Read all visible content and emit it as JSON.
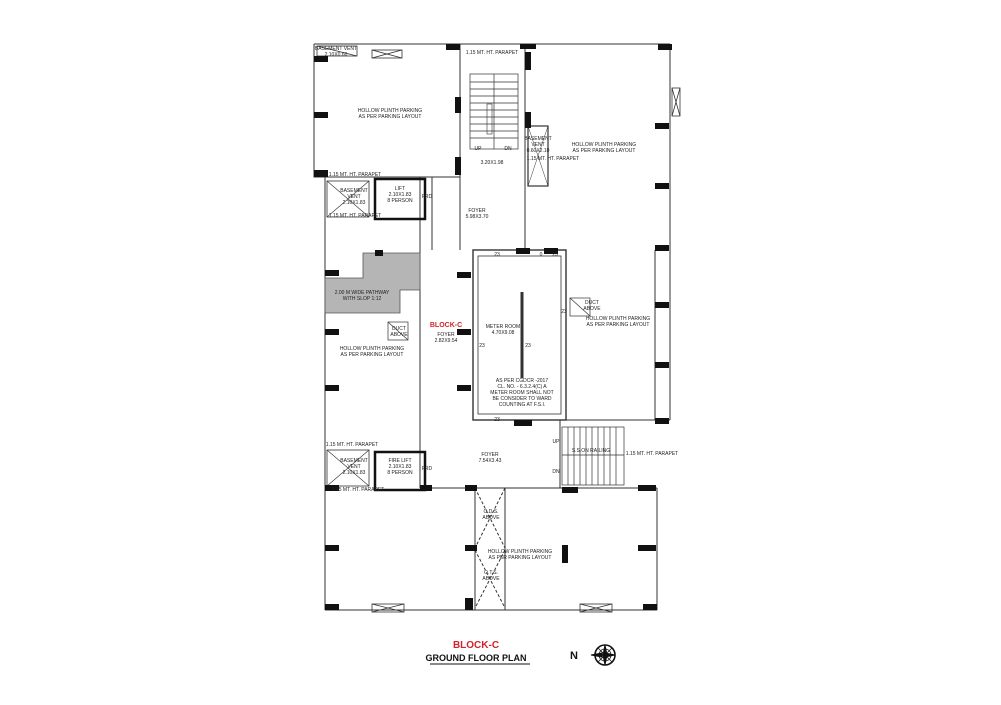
{
  "colors": {
    "wall": "#111111",
    "line": "#333333",
    "pathway_fill": "#b5b5b5",
    "block_label": "#d2232a"
  },
  "labels": {
    "basement_vent_top": "BASEMENT VENT\n2.10X0.60",
    "parapet_top_stair": "1.15 MT. HT. PARAPET",
    "parking_nw": "HOLLOW PLINTH PARKING\nAS PER PARKING LAYOUT",
    "parking_ne": "HOLLOW PLINTH PARKING\nAS PER PARKING LAYOUT",
    "parking_e": "HOLLOW PLINTH PARKING\nAS PER PARKING LAYOUT",
    "parking_w": "HOLLOW PLINTH PARKING\nAS PER PARKING LAYOUT",
    "parking_s": "HOLLOW PLINTH PARKING\nAS PER PARKING LAYOUT",
    "stair_up": "UP",
    "stair_dn": "DN",
    "stair_size": "3.20X1.98",
    "basement_vent_ne": "BASEMENT\nVENT\n0.60X2.10",
    "parapet_ne_side": "1.15 MT. HT. PARAPET",
    "parapet_mid_w": "1.15 MT. HT. PARAPET",
    "parapet_mid_w2": "1.15 MT. HT. PARAPET",
    "basement_vent_w1": "BASEMENT\nVENT\n2.10X1.83",
    "lift": "LIFT\n2.10X1.83\n8 PERSON",
    "frd_1": "FRD",
    "foyer_top": "FOYER\n5.98X3.70",
    "pathway": "2.00 M WIDE PATHWAY\nWITH SLOP 1:12",
    "duct_w": "DUCT\nABOVE",
    "block_c": "BLOCK-C",
    "foyer_mid": "FOYER\n2.82X9.54",
    "dim_23": "23",
    "dim_0": "0",
    "meter_room": "METER ROOM\n4.70X9.08",
    "meter_note": "AS PER CGDCR -2017\nCL. NO. - 6.3.2.4(C) A\nMETER ROOM SHALL NOT\nBE CONSIDER TO WARD\nCOUNTING AT F.S.I.",
    "duct_e": "DUCT\nABOVE",
    "parapet_s_w": "1.15 MT. HT. PARAPET",
    "parapet_s_w2": "1.15 MT. HT. PARAPET",
    "basement_vent_w2": "BASEMENT\nVENT\n2.10X1.83",
    "fire_lift": "FIRE LIFT\n2.10X1.83\n8 PERSON",
    "frd_2": "FRD",
    "foyer_bottom": "FOYER\n7.54X3.43",
    "stair_up2": "UP",
    "stair_dn2": "DN",
    "ss_railing": "S.S.ON RAILING",
    "parapet_e_side": "1.15 MT. HT. PARAPET",
    "ods_above_1": "O.D.S.\nABOVE",
    "ods_above_2": "O.T.S.\nABOVE",
    "footer_block": "BLOCK-C",
    "footer_title": "GROUND FLOOR PLAN",
    "north": "N"
  },
  "icons": {
    "compass": "compass-rose-icon",
    "vent": "vent-cross-icon",
    "window": "window-icon"
  }
}
